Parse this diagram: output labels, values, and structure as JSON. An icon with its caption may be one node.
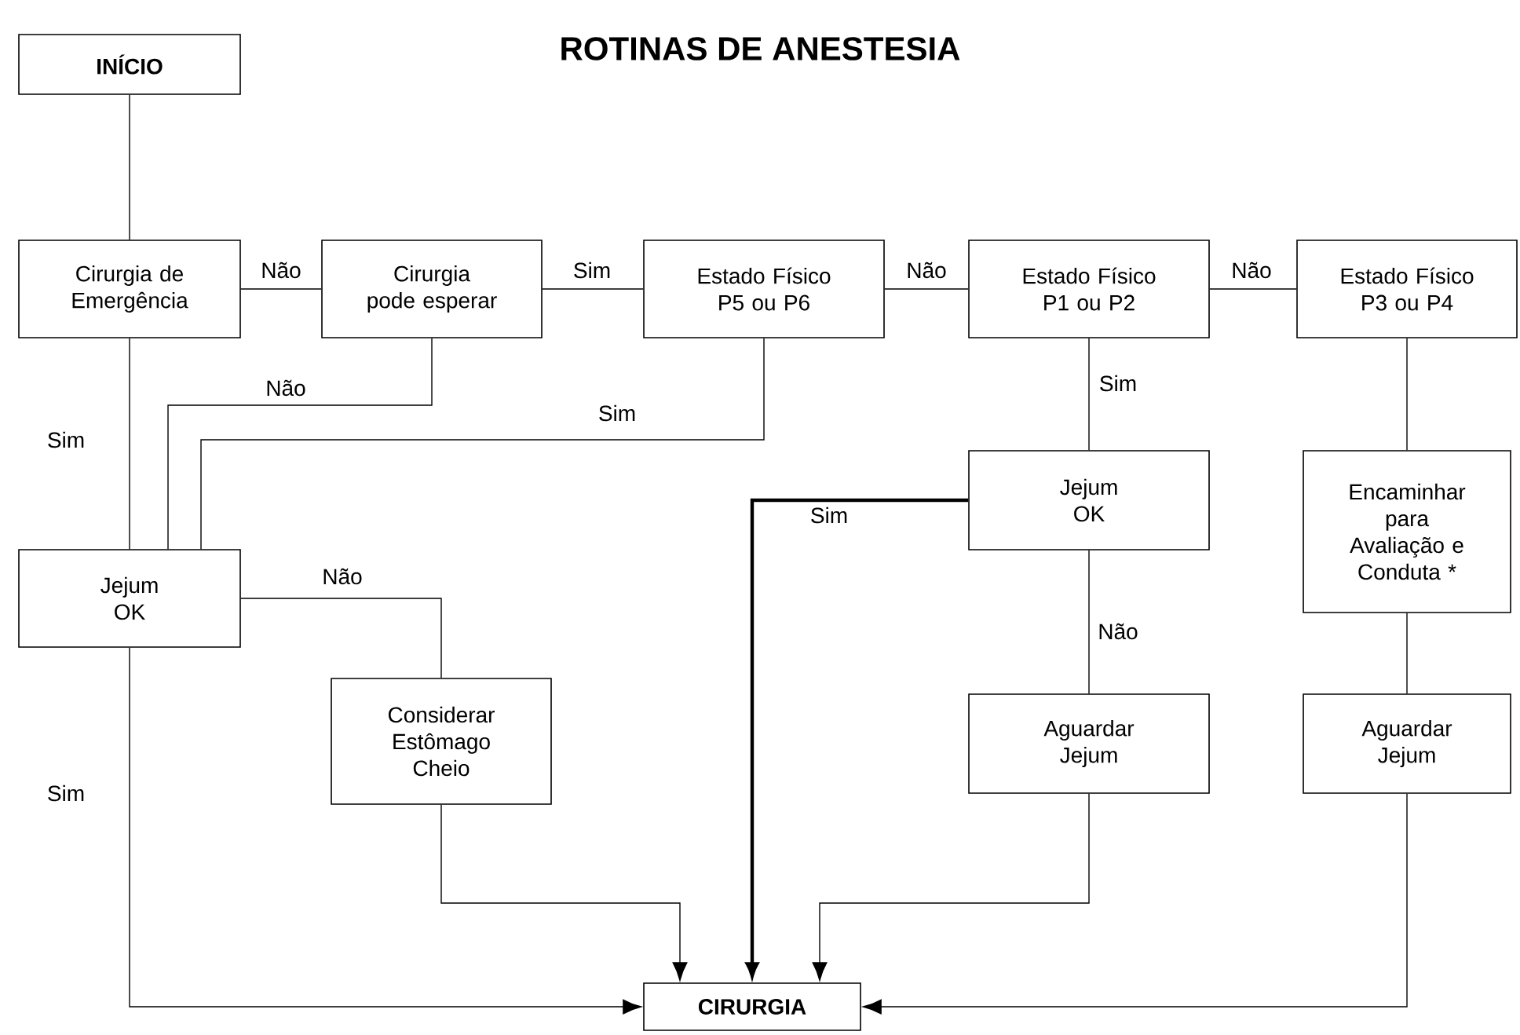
{
  "diagram": {
    "title": "ROTINAS DE ANESTESIA",
    "nodes": [
      {
        "text": [
          "INÍCIO"
        ]
      },
      {
        "text": [
          "Cirurgia de Emergência"
        ]
      },
      {
        "text": [
          "Cirurgia pode esperar"
        ]
      },
      {
        "text": [
          "Estado Físico P5 ou P6"
        ]
      },
      {
        "text": [
          "Estado Físico P1 ou P2"
        ]
      },
      {
        "text": [
          "Estado Físico P3 ou P4"
        ]
      },
      {
        "text": [
          "Jejum OK"
        ]
      },
      {
        "text": [
          "Considerar Estômago Cheio"
        ]
      },
      {
        "text": [
          "Jejum OK"
        ]
      },
      {
        "text": [
          "Encaminhar para Avaliação e Conduta *"
        ]
      },
      {
        "text": [
          "Aguardar Jejum"
        ]
      },
      {
        "text": [
          "Aguardar Jejum"
        ]
      },
      {
        "text": [
          "CIRURGIA"
        ]
      }
    ],
    "edges": [
      {
        "from": 0,
        "to": 1,
        "arrow": "none"
      },
      {
        "from": 1,
        "to": 2,
        "arrow": "none",
        "label": "Não"
      },
      {
        "from": 2,
        "to": 3,
        "arrow": "none",
        "label": "Sim"
      },
      {
        "from": 3,
        "to": 4,
        "arrow": "none",
        "label": "Não"
      },
      {
        "from": 4,
        "to": 5,
        "arrow": "none",
        "label": "Não"
      },
      {
        "from": 1,
        "to": 6,
        "arrow": "none",
        "label": "Sim"
      },
      {
        "from": 2,
        "to": 6,
        "arrow": "none",
        "label": "Não"
      },
      {
        "from": 3,
        "to": 6,
        "arrow": "none",
        "label": "Sim"
      },
      {
        "from": 6,
        "to": 7,
        "arrow": "none",
        "label": "Não"
      },
      {
        "from": 6,
        "to": 12,
        "arrow": "to",
        "label": "Sim"
      },
      {
        "from": 7,
        "to": 12,
        "arrow": "to"
      },
      {
        "from": 8,
        "to": 12,
        "arrow": "to",
        "label": "Sim",
        "style": "thick"
      },
      {
        "from": 4,
        "to": 8,
        "arrow": "none",
        "label": "Sim"
      },
      {
        "from": 8,
        "to": 10,
        "arrow": "none",
        "label": "Não"
      },
      {
        "from": 10,
        "to": 12,
        "arrow": "to"
      },
      {
        "from": 5,
        "to": 9,
        "arrow": "none"
      },
      {
        "from": 9,
        "to": 11,
        "arrow": "none"
      },
      {
        "from": 11,
        "to": 12,
        "arrow": "to"
      }
    ]
  }
}
